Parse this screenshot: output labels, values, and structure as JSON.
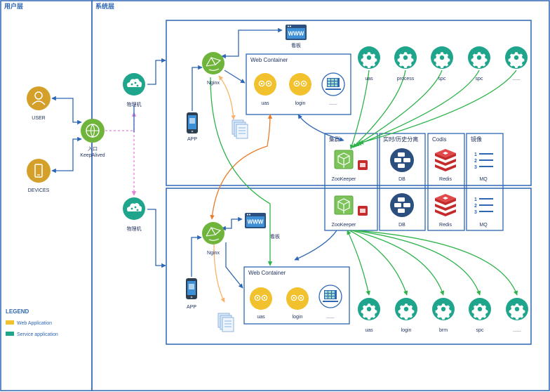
{
  "panels": {
    "user_layer": "用户层",
    "system_layer": "系统层"
  },
  "user_side": {
    "user_label": "USER",
    "devices_label": "DEVICES",
    "entry_label_1": "入口",
    "entry_label_2": "KeepAlived"
  },
  "hosts": {
    "top_label": "物理机",
    "bottom_label": "物理机"
  },
  "top_cluster": {
    "nginx_label": "Nginx",
    "app_label": "APP",
    "dashboard_label": "看板",
    "web_container_title": "Web Container",
    "web_apps": [
      "uas",
      "login",
      "......"
    ],
    "services": [
      "uas",
      "process",
      "spc",
      "spc",
      "......"
    ]
  },
  "bottom_cluster": {
    "nginx_label": "Nginx",
    "app_label": "APP",
    "dashboard_label": "看板",
    "web_container_title": "Web Container",
    "web_apps": [
      "uas",
      "login",
      "......"
    ],
    "services": [
      "uas",
      "login",
      "brm",
      "spc",
      "......"
    ]
  },
  "shared": {
    "cluster_title": "集群",
    "zk_label": "ZooKeeper",
    "zk_label_2": "ZooKeeper",
    "db_title": "实时/历史分离",
    "db_label": "DB",
    "db_label_2": "DB",
    "codis_title": "Codis",
    "redis_label": "Redis",
    "redis_label_2": "Redis",
    "mirror_title": "镜像",
    "mq_label": "MQ",
    "mq_label_2": "MQ"
  },
  "www_text": "WWW",
  "legend": {
    "title": "LEGEND",
    "items": [
      {
        "label": "Web Application",
        "color": "#f2c12e"
      },
      {
        "label": "Service application",
        "color": "#1fa58c"
      }
    ]
  },
  "colors": {
    "border": "#2d66b3",
    "green": "#2db34a",
    "orange": "#e87b2a",
    "light_orange": "#f7b36b",
    "pink": "#e681d6",
    "yellow": "#f2c12e",
    "teal": "#1fa58c",
    "redis": "#c62b2b",
    "db": "#2b4f7e"
  }
}
